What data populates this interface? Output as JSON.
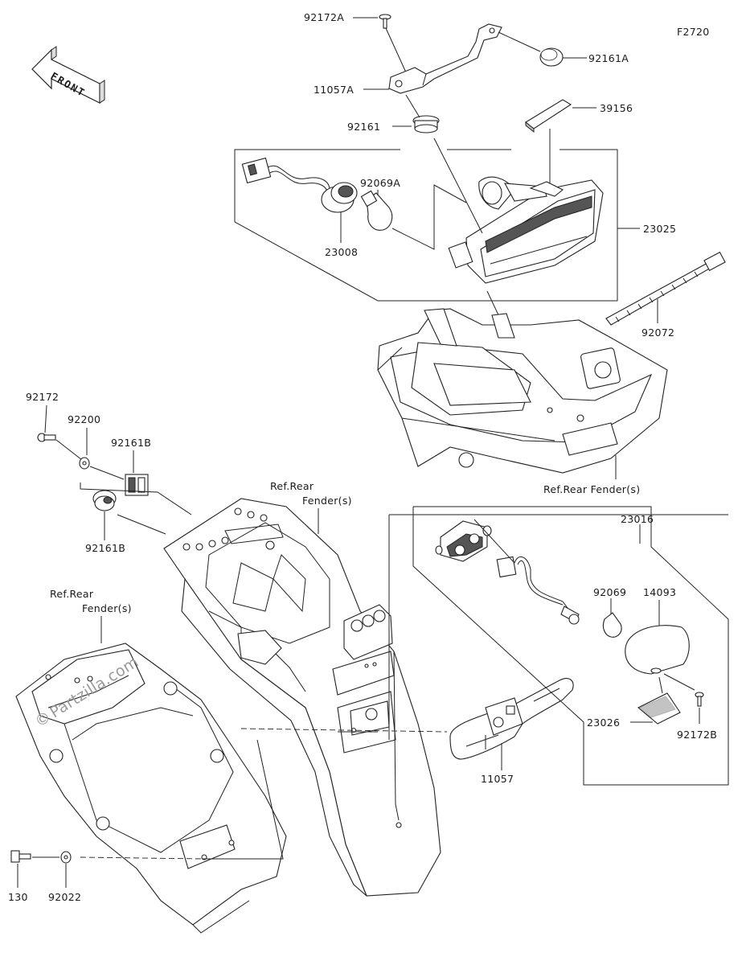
{
  "diagram_id": "F2720",
  "front_label": "FRONT",
  "watermark": "Partzilla.com",
  "labels": {
    "p92172A": "92172A",
    "p92161A": "92161A",
    "p11057A": "11057A",
    "p92161": "92161",
    "p39156": "39156",
    "p92069A": "92069A",
    "p23008": "23008",
    "p23025": "23025",
    "p92072": "92072",
    "p92172": "92172",
    "p92200": "92200",
    "p92161B_top": "92161B",
    "p92161B_bot": "92161B",
    "ref_rear_fender_mid": "Ref.Rear Fender(s)",
    "ref_rear_top_l1": "Ref.Rear",
    "ref_rear_top_l2": "Fender(s)",
    "ref_rear_left_l1": "Ref.Rear",
    "ref_rear_left_l2": "Fender(s)",
    "p23016": "23016",
    "p92069": "92069",
    "p14093": "14093",
    "p23026": "23026",
    "p92172B": "92172B",
    "p11057": "11057",
    "p130": "130",
    "p92022": "92022"
  }
}
